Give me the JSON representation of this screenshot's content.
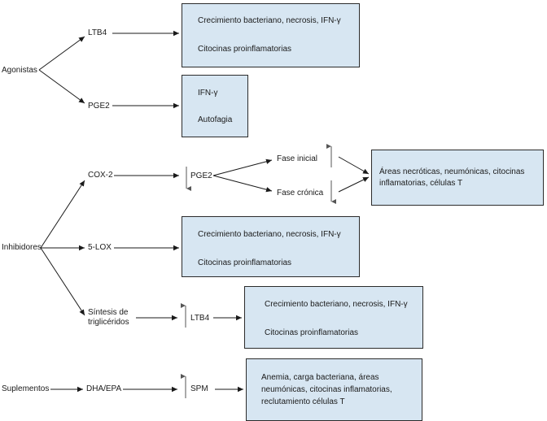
{
  "labels": {
    "agonistas": "Agonistas",
    "ltb4_a": "LTB4",
    "pge2_a": "PGE2",
    "inhibidores": "Inhibidores",
    "cox2": "COX-2",
    "pge2_c": "PGE2",
    "fase_inicial": "Fase inicial",
    "fase_cronica": "Fase crónica",
    "lox5": "5-LOX",
    "sintesis_1": "Síntesis de",
    "sintesis_2": "triglicéridos",
    "ltb4_t": "LTB4",
    "suplementos": "Suplementos",
    "dha_epa": "DHA/EPA",
    "spm": "SPM"
  },
  "boxes": {
    "box1": {
      "line1": "Crecimiento bacteriano, necrosis, IFN-γ",
      "line2": "Citocinas proinflamatorias"
    },
    "box2": {
      "line1": "IFN-γ",
      "line2": "Autofagia"
    },
    "box3": {
      "line1": "Áreas necróticas, neumónicas, citocinas",
      "line2": "inflamatorias, células T"
    },
    "box4": {
      "line1": "Crecimiento bacteriano, necrosis, IFN-γ",
      "line2": "Citocinas proinflamatorias"
    },
    "box5": {
      "line1": "Crecimiento bacteriano, necrosis, IFN-γ",
      "line2": "Citocinas proinflamatorias"
    },
    "box6": {
      "line1": "Anemia, carga bacteriana, áreas",
      "line2": "neumónicas, citocinas inflamatorias,",
      "line3": "reclutamiento células T"
    }
  },
  "colors": {
    "box_fill": "#d7e6f2",
    "stroke": "#2b2b2b",
    "indicator": "#555555"
  }
}
